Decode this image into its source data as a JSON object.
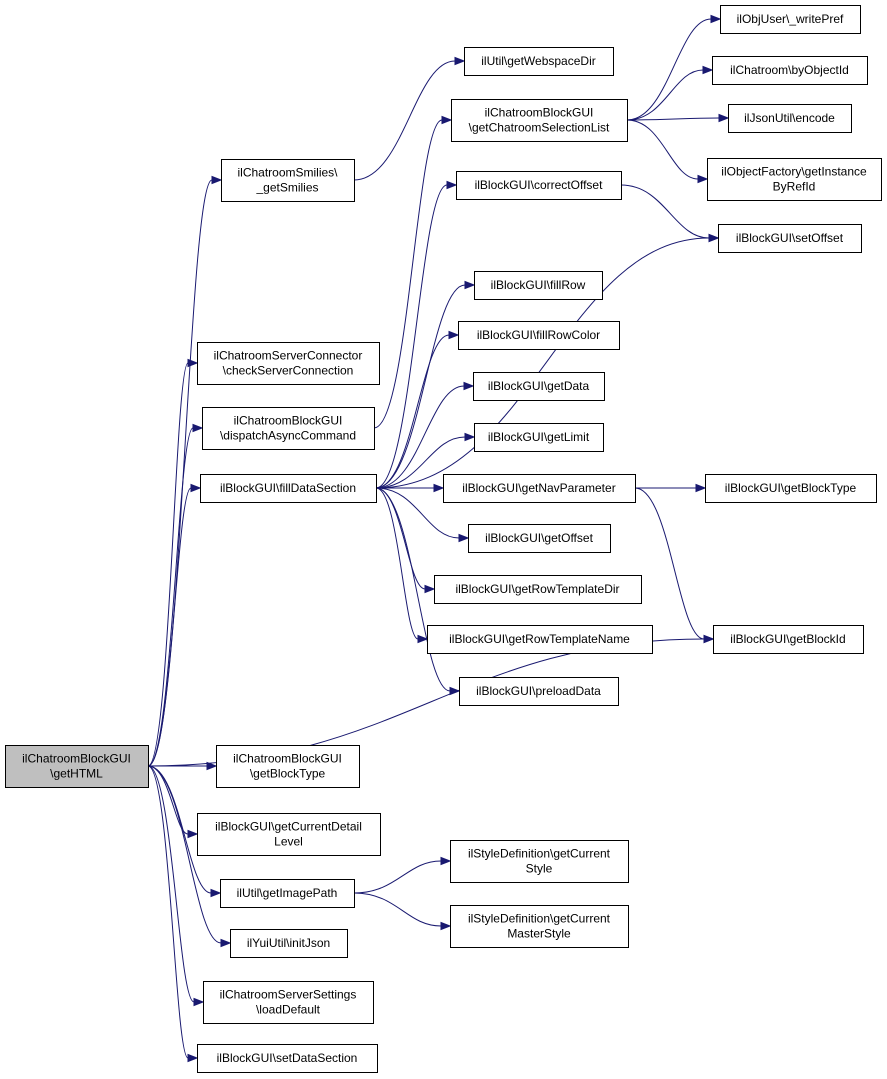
{
  "colors": {
    "edge": "#191970",
    "root_fill": "#bfbfbf",
    "node_fill": "#ffffff",
    "node_border": "#000000"
  },
  "nodes": [
    {
      "id": "root",
      "lines": [
        "ilChatroomBlockGUI",
        "\\getHTML"
      ],
      "root": true
    },
    {
      "id": "smilies",
      "lines": [
        "ilChatroomSmilies\\",
        "_getSmilies"
      ]
    },
    {
      "id": "webspace",
      "lines": [
        "ilUtil\\getWebspaceDir"
      ]
    },
    {
      "id": "selList",
      "lines": [
        "ilChatroomBlockGUI",
        "\\getChatroomSelectionList"
      ]
    },
    {
      "id": "writePref",
      "lines": [
        "ilObjUser\\_writePref"
      ]
    },
    {
      "id": "byObjectId",
      "lines": [
        "ilChatroom\\byObjectId"
      ]
    },
    {
      "id": "encode",
      "lines": [
        "ilJsonUtil\\encode"
      ]
    },
    {
      "id": "getInstance",
      "lines": [
        "ilObjectFactory\\getInstance",
        "ByRefId"
      ]
    },
    {
      "id": "correctOffset",
      "lines": [
        "ilBlockGUI\\correctOffset"
      ]
    },
    {
      "id": "setOffset",
      "lines": [
        "ilBlockGUI\\setOffset"
      ]
    },
    {
      "id": "fillRow",
      "lines": [
        "ilBlockGUI\\fillRow"
      ]
    },
    {
      "id": "fillRowColor",
      "lines": [
        "ilBlockGUI\\fillRowColor"
      ]
    },
    {
      "id": "checkConn",
      "lines": [
        "ilChatroomServerConnector",
        "\\checkServerConnection"
      ]
    },
    {
      "id": "getData",
      "lines": [
        "ilBlockGUI\\getData"
      ]
    },
    {
      "id": "dispatch",
      "lines": [
        "ilChatroomBlockGUI",
        "\\dispatchAsyncCommand"
      ]
    },
    {
      "id": "getLimit",
      "lines": [
        "ilBlockGUI\\getLimit"
      ]
    },
    {
      "id": "fillDataSection",
      "lines": [
        "ilBlockGUI\\fillDataSection"
      ]
    },
    {
      "id": "getNavParam",
      "lines": [
        "ilBlockGUI\\getNavParameter"
      ]
    },
    {
      "id": "blockType",
      "lines": [
        "ilBlockGUI\\getBlockType"
      ]
    },
    {
      "id": "getOffset",
      "lines": [
        "ilBlockGUI\\getOffset"
      ]
    },
    {
      "id": "rowTplDir",
      "lines": [
        "ilBlockGUI\\getRowTemplateDir"
      ]
    },
    {
      "id": "rowTplName",
      "lines": [
        "ilBlockGUI\\getRowTemplateName"
      ]
    },
    {
      "id": "blockId",
      "lines": [
        "ilBlockGUI\\getBlockId"
      ]
    },
    {
      "id": "preload",
      "lines": [
        "ilBlockGUI\\preloadData"
      ]
    },
    {
      "id": "chatBlockType",
      "lines": [
        "ilChatroomBlockGUI",
        "\\getBlockType"
      ]
    },
    {
      "id": "detailLevel",
      "lines": [
        "ilBlockGUI\\getCurrentDetail",
        "Level"
      ]
    },
    {
      "id": "imagePath",
      "lines": [
        "ilUtil\\getImagePath"
      ]
    },
    {
      "id": "styleCur",
      "lines": [
        "ilStyleDefinition\\getCurrent",
        "Style"
      ]
    },
    {
      "id": "styleMaster",
      "lines": [
        "ilStyleDefinition\\getCurrent",
        "MasterStyle"
      ]
    },
    {
      "id": "initJson",
      "lines": [
        "ilYuiUtil\\initJson"
      ]
    },
    {
      "id": "loadDefault",
      "lines": [
        "ilChatroomServerSettings",
        "\\loadDefault"
      ]
    },
    {
      "id": "setDataSection",
      "lines": [
        "ilBlockGUI\\setDataSection"
      ]
    }
  ],
  "edges": [
    [
      "root",
      "smilies"
    ],
    [
      "smilies",
      "webspace"
    ],
    [
      "root",
      "checkConn"
    ],
    [
      "root",
      "dispatch"
    ],
    [
      "root",
      "fillDataSection"
    ],
    [
      "root",
      "blockId"
    ],
    [
      "root",
      "chatBlockType"
    ],
    [
      "root",
      "detailLevel"
    ],
    [
      "root",
      "imagePath"
    ],
    [
      "root",
      "initJson"
    ],
    [
      "root",
      "loadDefault"
    ],
    [
      "root",
      "setDataSection"
    ],
    [
      "dispatch",
      "selList"
    ],
    [
      "selList",
      "writePref"
    ],
    [
      "selList",
      "byObjectId"
    ],
    [
      "selList",
      "encode"
    ],
    [
      "selList",
      "getInstance"
    ],
    [
      "fillDataSection",
      "correctOffset"
    ],
    [
      "fillDataSection",
      "setOffset"
    ],
    [
      "fillDataSection",
      "fillRow"
    ],
    [
      "fillDataSection",
      "fillRowColor"
    ],
    [
      "fillDataSection",
      "getData"
    ],
    [
      "fillDataSection",
      "getLimit"
    ],
    [
      "fillDataSection",
      "getNavParam"
    ],
    [
      "fillDataSection",
      "getOffset"
    ],
    [
      "fillDataSection",
      "rowTplDir"
    ],
    [
      "fillDataSection",
      "rowTplName"
    ],
    [
      "fillDataSection",
      "preload"
    ],
    [
      "correctOffset",
      "setOffset"
    ],
    [
      "getNavParam",
      "blockType"
    ],
    [
      "getNavParam",
      "blockId"
    ],
    [
      "imagePath",
      "styleCur"
    ],
    [
      "imagePath",
      "styleMaster"
    ]
  ]
}
